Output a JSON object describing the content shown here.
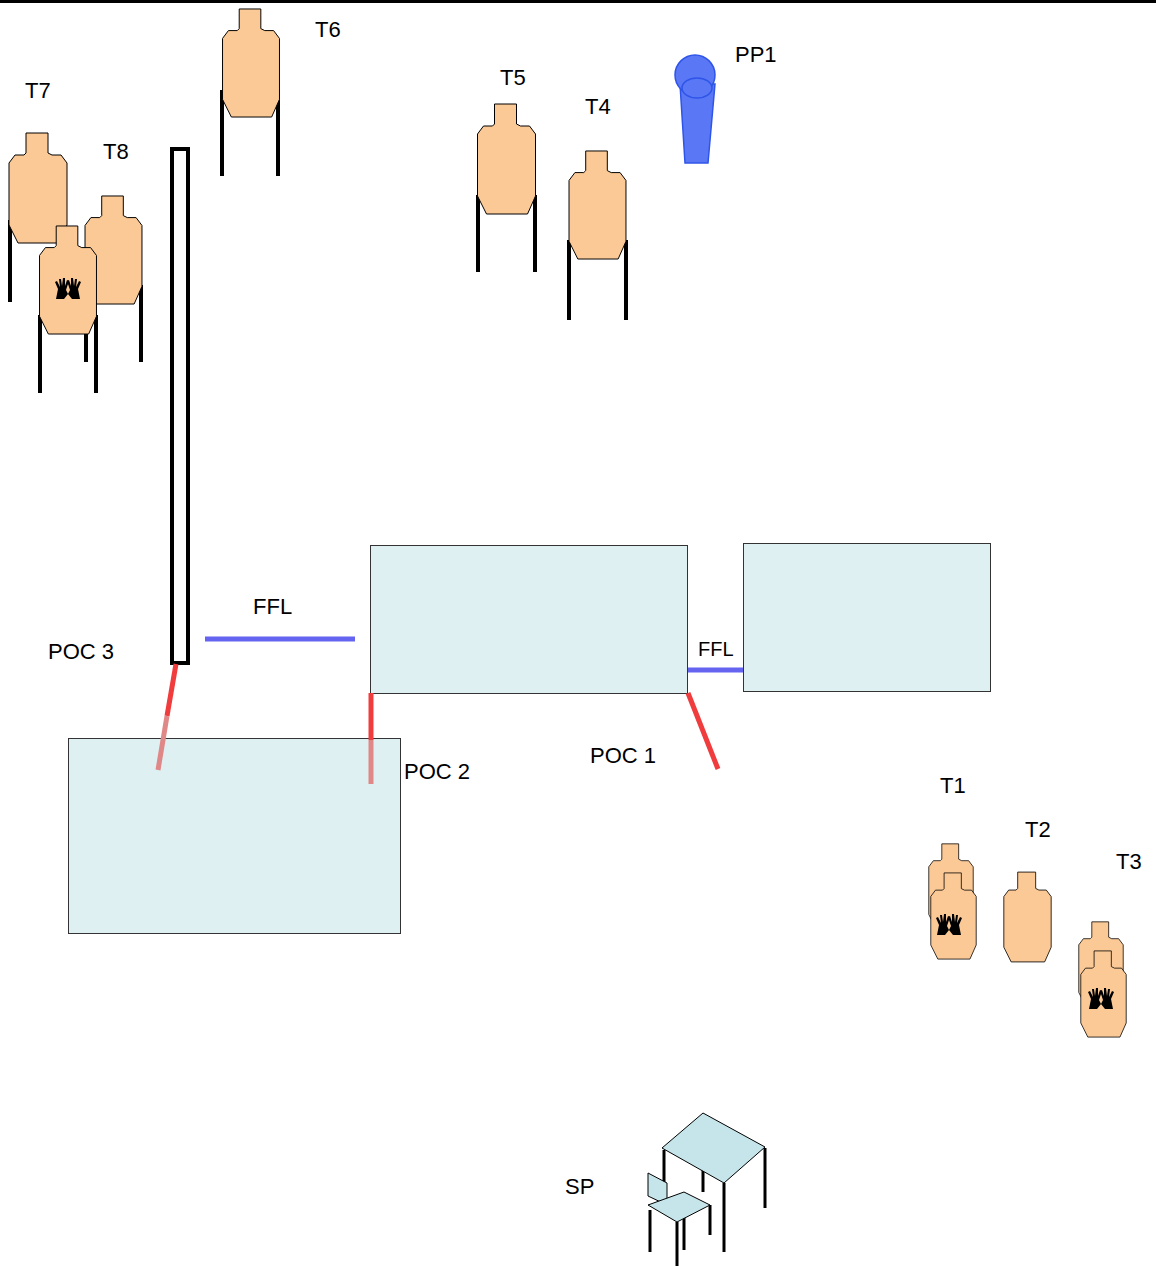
{
  "diagram": {
    "labels": [
      "T6",
      "PP1",
      "T7",
      "T5",
      "T4",
      "T8",
      "FFL",
      "POC 3",
      "FFL",
      "POC 2",
      "POC 1",
      "T1",
      "T2",
      "T3",
      "SP"
    ]
  }
}
